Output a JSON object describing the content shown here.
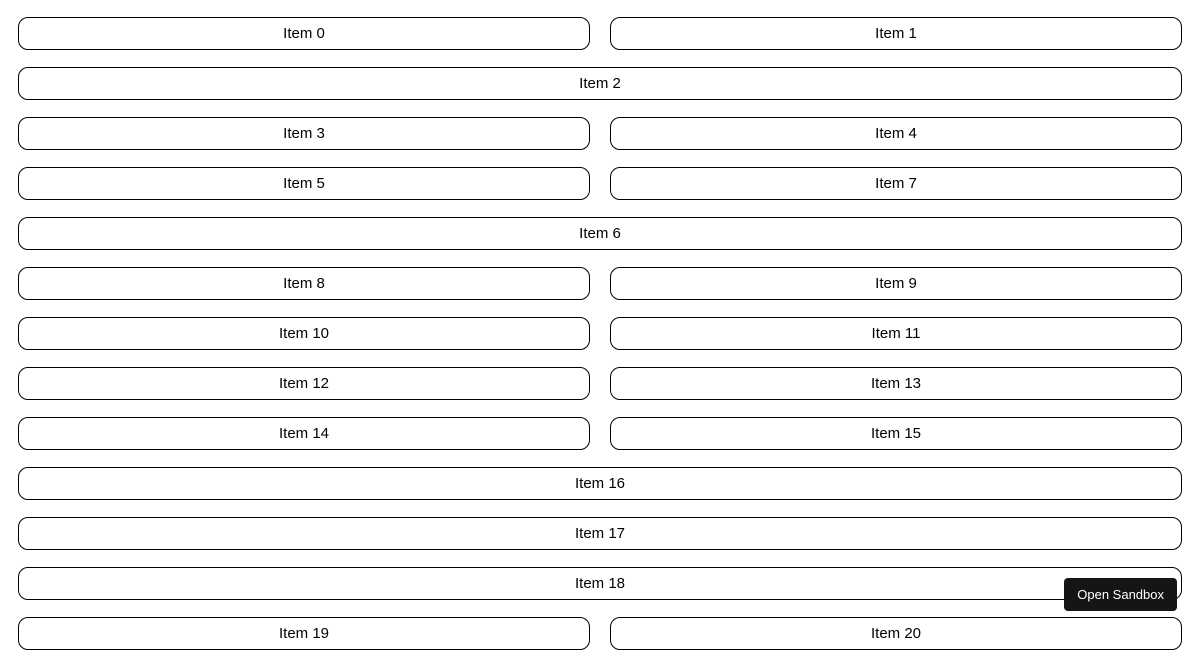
{
  "page": {
    "background": "#ffffff",
    "item_border_color": "#000000",
    "item_text_color": "#000000"
  },
  "list": {
    "items": [
      {
        "label": "Item 0",
        "span": "half"
      },
      {
        "label": "Item 1",
        "span": "half"
      },
      {
        "label": "Item 2",
        "span": "full"
      },
      {
        "label": "Item 3",
        "span": "half"
      },
      {
        "label": "Item 4",
        "span": "half"
      },
      {
        "label": "Item 5",
        "span": "half"
      },
      {
        "label": "Item 7",
        "span": "half"
      },
      {
        "label": "Item 6",
        "span": "full"
      },
      {
        "label": "Item 8",
        "span": "half"
      },
      {
        "label": "Item 9",
        "span": "half"
      },
      {
        "label": "Item 10",
        "span": "half"
      },
      {
        "label": "Item 11",
        "span": "half"
      },
      {
        "label": "Item 12",
        "span": "half"
      },
      {
        "label": "Item 13",
        "span": "half"
      },
      {
        "label": "Item 14",
        "span": "half"
      },
      {
        "label": "Item 15",
        "span": "half"
      },
      {
        "label": "Item 16",
        "span": "full"
      },
      {
        "label": "Item 17",
        "span": "full"
      },
      {
        "label": "Item 18",
        "span": "full"
      },
      {
        "label": "Item 19",
        "span": "half"
      },
      {
        "label": "Item 20",
        "span": "half"
      }
    ]
  },
  "sandbox_button": {
    "label": "Open Sandbox",
    "background": "#151515",
    "text_color": "#ffffff"
  }
}
